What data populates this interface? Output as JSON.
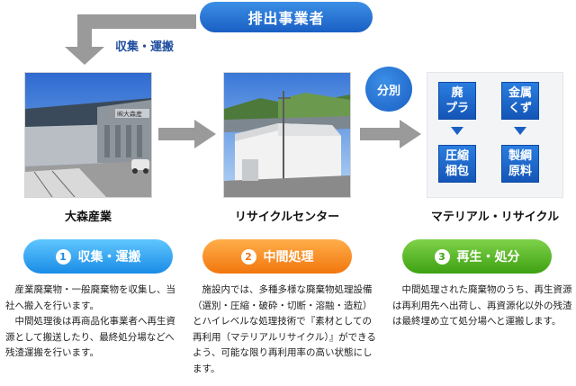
{
  "source": {
    "label": "排出事業者"
  },
  "transport_label": "収集・運搬",
  "facilities": [
    {
      "label": "大森産業"
    },
    {
      "label": "リサイクルセンター"
    },
    {
      "label": "マテリアル・リサイクル"
    }
  ],
  "separation_label": "分別",
  "materials": [
    {
      "input": "廃\nプラ",
      "output": "圧縮\n梱包"
    },
    {
      "input": "金属\nくず",
      "output": "製綱\n原料"
    }
  ],
  "building_sign": "㈱大森産",
  "steps": [
    {
      "number": "1",
      "title": "収集・運搬",
      "paragraphs": [
        "産業廃棄物・一般廃棄物を収集し、当社へ搬入を行います。",
        "中間処理後は再商品化事業者へ再生資源として搬送したり、最終処分場などへ残渣運搬を行います。"
      ]
    },
    {
      "number": "2",
      "title": "中間処理",
      "paragraphs": [
        "施設内では、多種多様な廃棄物処理設備（選別・圧縮・破砕・切断・溶融・造粒）とハイレベルな処理技術で『素材としての再利用（マテリアルリサイクル）』ができるよう、可能な限り再利用率の高い状態にします。"
      ]
    },
    {
      "number": "3",
      "title": "再生・処分",
      "paragraphs": [
        "中間処理された廃棄物のうち、再生資源は再利用先へ出荷し、再資源化以外の残渣は最終埋め立て処分場へと運搬します。"
      ]
    }
  ]
}
